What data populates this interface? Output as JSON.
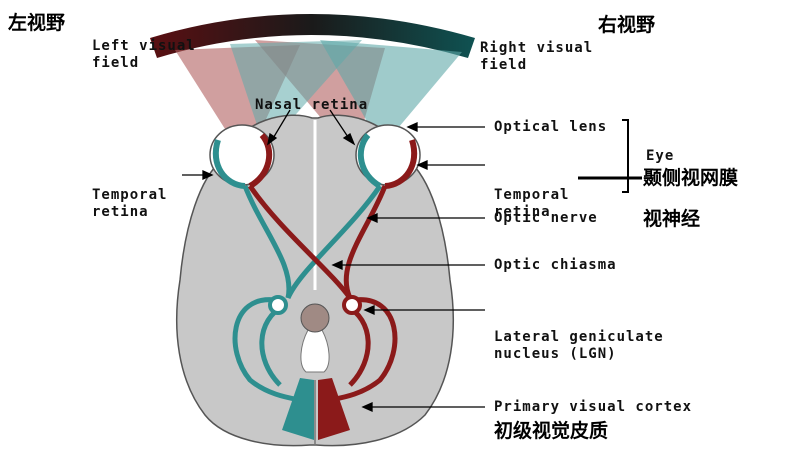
{
  "colors": {
    "left_path": "#2e8f8f",
    "right_path": "#8b1a1a",
    "brain": "#c8c8c8",
    "outline": "#555555",
    "field_left": "#5a0f12",
    "field_right": "#0f4d4d"
  },
  "labels": {
    "left_visual_field": [
      "Left visual",
      "field"
    ],
    "right_visual_field": [
      "Right visual",
      "field"
    ],
    "nasal_retina": "Nasal retina",
    "temporal_retina_left": [
      "Temporal",
      "retina"
    ],
    "optical_lens": "Optical lens",
    "eye": "Eye",
    "temporal_retina_right": [
      "Temporal",
      "retina"
    ],
    "optic_nerve": "Optic nerve",
    "optic_chiasma": "Optic chiasma",
    "lgn": [
      "Lateral geniculate",
      "nucleus (LGN)"
    ],
    "primary_visual_cortex": "Primary visual cortex"
  },
  "chinese": {
    "left_visual_field": "左视野",
    "right_visual_field": "右视野",
    "temporal_retina": "颞侧视网膜",
    "optic_nerve": "视神经",
    "primary_visual_cortex": "初级视觉皮质"
  }
}
